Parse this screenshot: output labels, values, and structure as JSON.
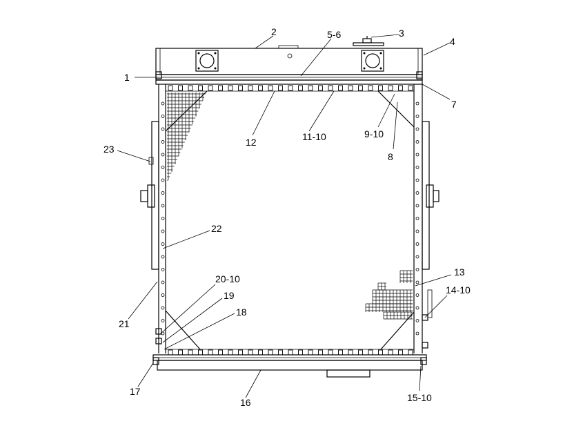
{
  "callouts": [
    {
      "id": "c1",
      "label": "1"
    },
    {
      "id": "c2",
      "label": "2"
    },
    {
      "id": "c3",
      "label": "3"
    },
    {
      "id": "c4",
      "label": "4"
    },
    {
      "id": "c5",
      "label": "5-6"
    },
    {
      "id": "c7",
      "label": "7"
    },
    {
      "id": "c8",
      "label": "8"
    },
    {
      "id": "c9",
      "label": "9-10"
    },
    {
      "id": "c11",
      "label": "11-10"
    },
    {
      "id": "c12",
      "label": "12"
    },
    {
      "id": "c13",
      "label": "13"
    },
    {
      "id": "c14",
      "label": "14-10"
    },
    {
      "id": "c15",
      "label": "15-10"
    },
    {
      "id": "c16",
      "label": "16"
    },
    {
      "id": "c17",
      "label": "17"
    },
    {
      "id": "c18",
      "label": "18"
    },
    {
      "id": "c19",
      "label": "19"
    },
    {
      "id": "c20",
      "label": "20-10"
    },
    {
      "id": "c21",
      "label": "21"
    },
    {
      "id": "c22",
      "label": "22"
    },
    {
      "id": "c23",
      "label": "23"
    }
  ]
}
